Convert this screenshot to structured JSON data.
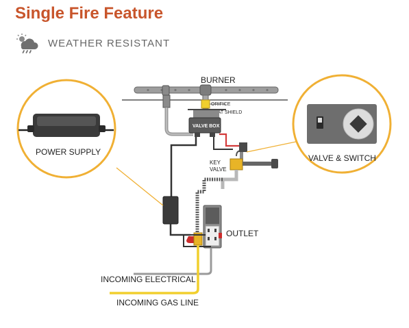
{
  "header": {
    "title": "Single Fire Feature",
    "subtitle": "WEATHER RESISTANT",
    "subtitle_icon": "cloud-rain-icon"
  },
  "labels": {
    "burner": "BURNER",
    "orifice": "ORIFICE",
    "heat_shield": "HEAT SHIELD",
    "valve_box": "VALVE BOX",
    "key_valve_line1": "KEY",
    "key_valve_line2": "VALVE",
    "outlet": "OUTLET",
    "power_supply": "POWER SUPPLY",
    "valve_switch": "VALVE & SWITCH",
    "incoming_electrical": "INCOMING ELECTRICAL",
    "incoming_gas": "INCOMING GAS LINE"
  },
  "colors": {
    "accent": "#c8552b",
    "callout_ring": "#f0b034",
    "gas_line": "#f1cf2e",
    "wire_dark": "#333333",
    "wire_red": "#d43a3a",
    "metal": "#9a9a9a"
  }
}
